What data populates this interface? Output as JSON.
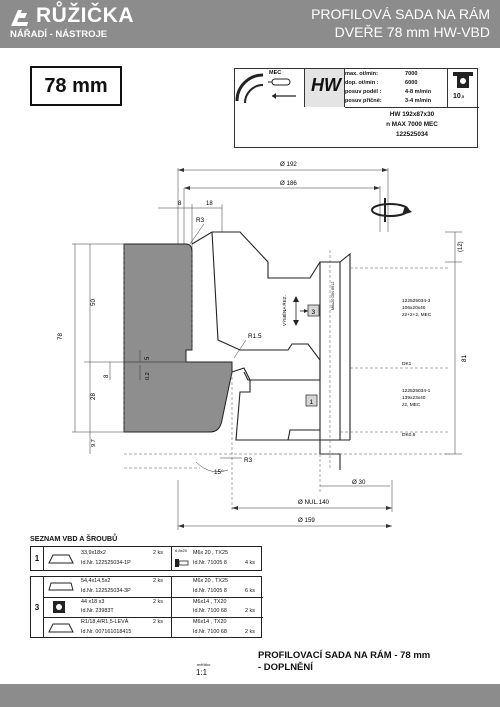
{
  "header": {
    "logo": "RŮŽIČKA",
    "logo_subtitle": "NÁŘADÍ - NÁSTROJE",
    "title_line1": "PROFILOVÁ SADA NA RÁM",
    "title_line2": "DVEŘE 78 mm HW-VBD"
  },
  "size_label": "78 mm",
  "spec": {
    "mec": "MEC",
    "hw": "HW",
    "rows": [
      {
        "label": "max. ot/min:",
        "value": "7000"
      },
      {
        "label": "dop. ot/min :",
        "value": "6000"
      },
      {
        "label": "posuv  podél :",
        "value": "4-8 m/min"
      },
      {
        "label": "posuv příčně:",
        "value": "3-4 m/min"
      }
    ],
    "badge": "10",
    "badge_unit": ",5",
    "line1": "HW 192x87x30",
    "line2": "n MAX 7000 MEC",
    "line3": "122525034"
  },
  "drawing": {
    "dim_192": "Ø 192",
    "dim_186": "Ø 186",
    "dim_8": "8",
    "dim_18": "18",
    "dim_12": "(12)",
    "r3_top": "R3",
    "r15": "R1.5",
    "r3_bottom": "R3",
    "angle": "15°",
    "dim_50": "50",
    "dim_78": "78",
    "dim_5": "5",
    "dim_8b": "8",
    "dim_02": "0.2",
    "dim_28": "28",
    "dim_97": "9.7",
    "dim_81": "81",
    "dim_30": "Ø 30",
    "dim_nul140": "Ø NUL.140",
    "dim_159": "Ø 159",
    "vymena_rez": "VÝMĚNA\nŘEZ.",
    "box3": "3",
    "box1": "1",
    "m6": "M6x20\nDIN 6912",
    "spec3_a": "122525034-3",
    "spec3_b": "106x20x40",
    "spec3_c": "z2+2+2, MEC",
    "dk1": "DK1",
    "spec1_a": "122525034-1",
    "spec1_b": "139x23x40",
    "spec1_c": "z2, MEC",
    "dk05": "DK0,5"
  },
  "parts": {
    "title": "SEZNAM VBD A ŠROUBŮ",
    "group1": {
      "num": "1",
      "size": "33,9x18x2",
      "qty": "2 ks",
      "id": "Id.Nr.   122525034-1P",
      "screw_size": "M6x 20 , TX25",
      "screw_id": "Id.Nr.   71005  8",
      "screw_qty": "4 ks",
      "screw_ref": "6,8x20"
    },
    "group3": {
      "num": "3",
      "a_size": "54,4x14,5x2",
      "a_qty": "2 ks",
      "a_id": "Id.Nr.   122525034-3P",
      "a_screw": "M6x 20 , TX25",
      "a_screw_id": "Id.Nr.   71005  8",
      "a_screw_qty": "6 ks",
      "b_size": "44 x18 x3",
      "b_qty": "2 ks",
      "b_id": "Id.Nr.   23983T",
      "b_screw": "M6x14 , TX20",
      "b_screw_id": "Id.Nr.   7100 68",
      "b_screw_qty": "2 ks",
      "c_size": "R1/18,4/R1,5-LEVÁ",
      "c_qty": "2 ks",
      "c_id": "Id.Nr.   007161018415",
      "c_screw": "M6x14 , TX20",
      "c_screw_id": "Id.Nr.   7100 68",
      "c_screw_qty": "2 ks"
    }
  },
  "scale_label": "měřítko",
  "scale": "1:1",
  "footer_title_line1": "PROFILOVACÍ SADA NA RÁM - 78 mm",
  "footer_title_line2": "- DOPLNĚNÍ",
  "colors": {
    "header": "#8c8c8c",
    "profile": "#8e8e8e",
    "box": "#d6d6d6"
  }
}
